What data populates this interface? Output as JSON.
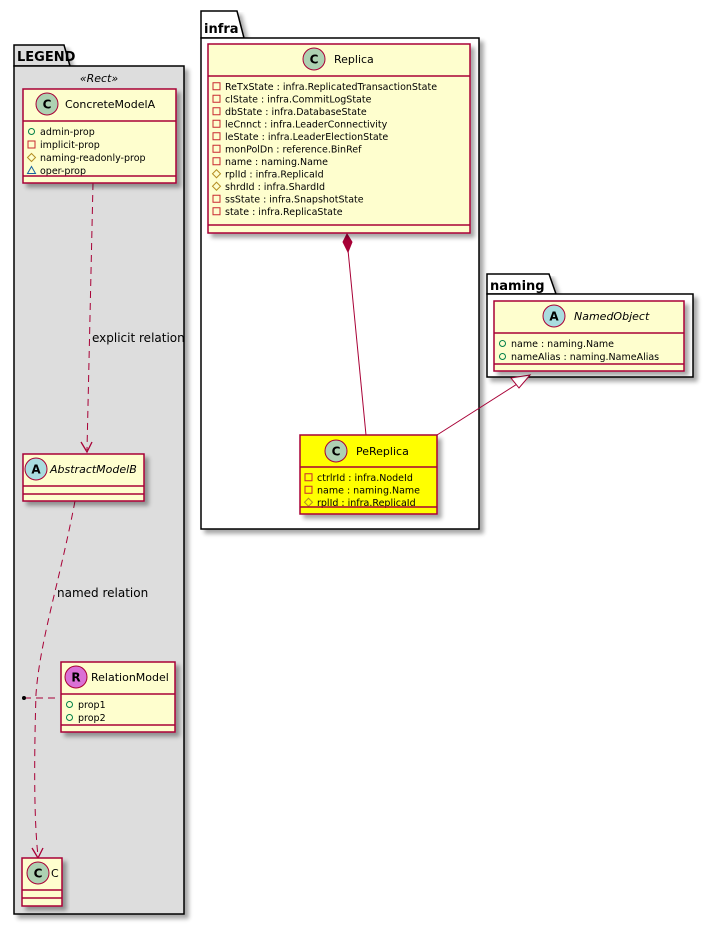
{
  "colors": {
    "class_fill": "#FEFECE",
    "class_border": "#A80036",
    "highlight_fill": "#FFFF00",
    "legend_fill": "#DDDDDD",
    "spot_class": "#ADD1B2",
    "spot_abstract": "#A9DCDF",
    "spot_relation": "#DA70D6",
    "vis_public": "#038048",
    "vis_private": "#C82930",
    "vis_protected": "#B38D22",
    "vis_package": "#1963A0"
  },
  "packages": {
    "legend": {
      "label": "LEGEND",
      "stereotype": "«Rect»"
    },
    "infra": {
      "label": "infra"
    },
    "naming": {
      "label": "naming"
    }
  },
  "classes": {
    "concrete_model_a": {
      "spot": "C",
      "name": "ConcreteModelA",
      "attributes": [
        {
          "visibility": "public",
          "text": "admin-prop"
        },
        {
          "visibility": "private",
          "text": "implicit-prop"
        },
        {
          "visibility": "protected",
          "text": "naming-readonly-prop"
        },
        {
          "visibility": "package",
          "text": "oper-prop"
        }
      ]
    },
    "abstract_model_b": {
      "spot": "A",
      "name": "AbstractModelB",
      "attributes": []
    },
    "relation_model": {
      "spot": "R",
      "name": "RelationModel",
      "attributes": [
        {
          "visibility": "public",
          "text": "prop1"
        },
        {
          "visibility": "public",
          "text": "prop2"
        }
      ]
    },
    "c": {
      "spot": "C",
      "name": "C",
      "attributes": []
    },
    "replica": {
      "spot": "C",
      "name": "Replica",
      "attributes": [
        {
          "visibility": "private",
          "text": "ReTxState : infra.ReplicatedTransactionState"
        },
        {
          "visibility": "private",
          "text": "clState : infra.CommitLogState"
        },
        {
          "visibility": "private",
          "text": "dbState : infra.DatabaseState"
        },
        {
          "visibility": "private",
          "text": "leCnnct : infra.LeaderConnectivity"
        },
        {
          "visibility": "private",
          "text": "leState : infra.LeaderElectionState"
        },
        {
          "visibility": "private",
          "text": "monPolDn : reference.BinRef"
        },
        {
          "visibility": "private",
          "text": "name : naming.Name"
        },
        {
          "visibility": "protected",
          "text": "rplId : infra.ReplicaId"
        },
        {
          "visibility": "protected",
          "text": "shrdId : infra.ShardId"
        },
        {
          "visibility": "private",
          "text": "ssState : infra.SnapshotState"
        },
        {
          "visibility": "private",
          "text": "state : infra.ReplicaState"
        }
      ]
    },
    "pe_replica": {
      "spot": "C",
      "name": "PeReplica",
      "attributes": [
        {
          "visibility": "private",
          "text": "ctrlrId : infra.NodeId"
        },
        {
          "visibility": "private",
          "text": "name : naming.Name"
        },
        {
          "visibility": "protected",
          "text": "rplId : infra.ReplicaId"
        }
      ]
    },
    "named_object": {
      "spot": "A",
      "name": "NamedObject",
      "attributes": [
        {
          "visibility": "public",
          "text": "name : naming.Name"
        },
        {
          "visibility": "public",
          "text": "nameAlias : naming.NameAlias"
        }
      ]
    }
  },
  "relations": {
    "explicit": {
      "label": "explicit relation",
      "from": "ConcreteModelA",
      "to": "AbstractModelB",
      "kind": "dependency"
    },
    "named": {
      "label": "named relation",
      "from": "AbstractModelB",
      "to": "C",
      "kind": "dependency",
      "association_class": "RelationModel"
    },
    "composition": {
      "from": "Replica",
      "to": "PeReplica",
      "kind": "composition"
    },
    "generalization": {
      "from": "PeReplica",
      "to": "NamedObject",
      "kind": "generalization"
    }
  }
}
